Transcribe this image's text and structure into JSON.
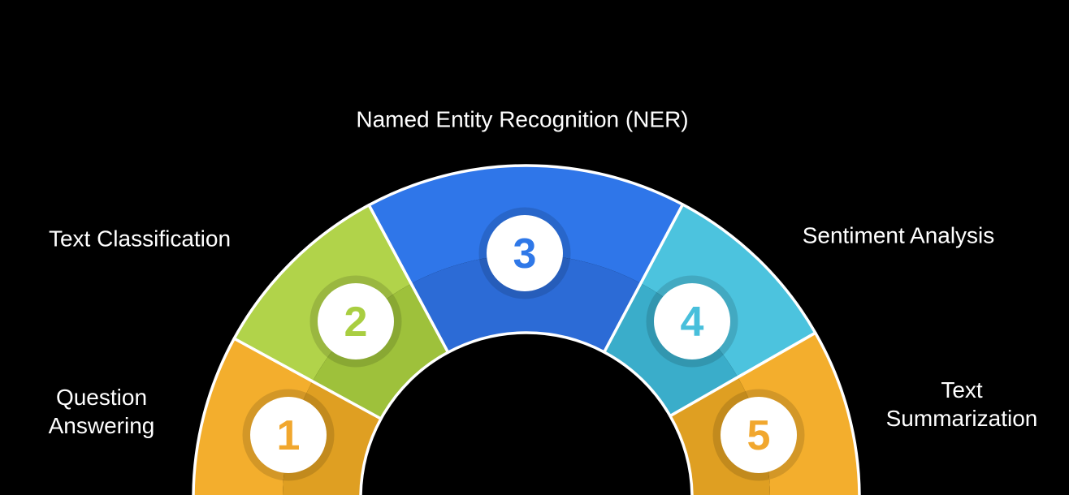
{
  "diagram": {
    "type": "semicircle-process-infographic",
    "background_color": "#000000",
    "separator_color": "#FFFFFF",
    "step_circle_fill": "#FFFFFF",
    "segments": [
      {
        "number": "1",
        "label": "Question Answering",
        "color_light": "#F3AE2D",
        "color_dark": "#DF9F22",
        "number_color": "#F1A72E"
      },
      {
        "number": "2",
        "label": "Text Classification",
        "color_light": "#B1D34A",
        "color_dark": "#9EC13B",
        "number_color": "#A9CE41"
      },
      {
        "number": "3",
        "label": "Named Entity Recognition (NER)",
        "color_light": "#2F76E9",
        "color_dark": "#2C6BD6",
        "number_color": "#2F78E8"
      },
      {
        "number": "4",
        "label": "Sentiment Analysis",
        "color_light": "#4CC3DE",
        "color_dark": "#3AADCA",
        "number_color": "#48BFDB"
      },
      {
        "number": "5",
        "label": "Text Summarization",
        "color_light": "#F3AE2D",
        "color_dark": "#DF9F22",
        "number_color": "#F1A72E"
      }
    ]
  }
}
